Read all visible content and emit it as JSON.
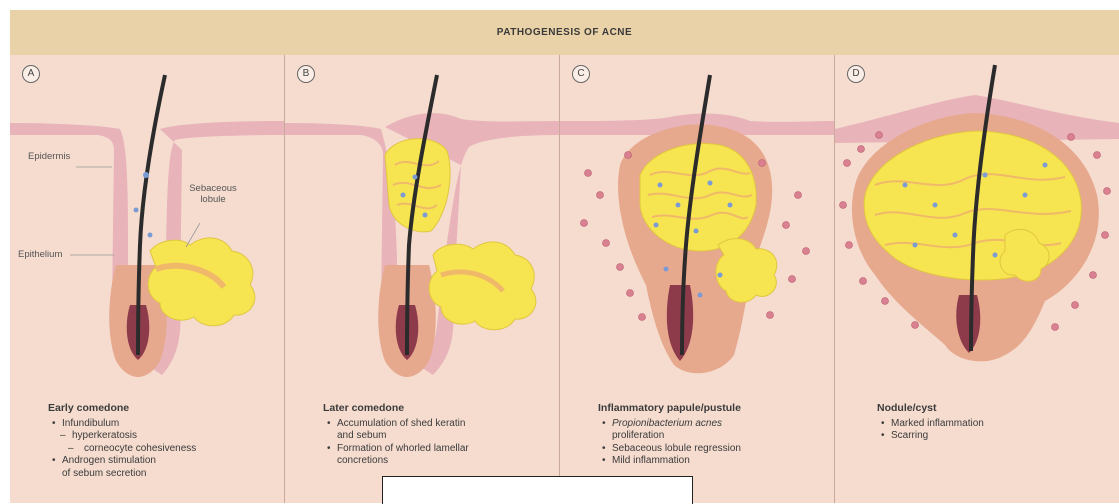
{
  "title": "PATHOGENESIS OF ACNE",
  "panels": [
    {
      "letter": "A",
      "caption_title": "Early comedone",
      "items": [
        {
          "text": "Infundibulum",
          "level": 0
        },
        {
          "text": "hyperkeratosis",
          "level": 1
        },
        {
          "text": "corneocyte cohesiveness",
          "level": 2
        },
        {
          "text": "Androgen stimulation",
          "level": 0
        },
        {
          "text": "of sebum secretion",
          "level": 0,
          "cont": true
        }
      ],
      "labels": {
        "epidermis": "Epidermis",
        "sebaceous": "Sebaceous lobule",
        "epithelium": "Epithelium"
      }
    },
    {
      "letter": "B",
      "caption_title": "Later comedone",
      "items": [
        {
          "text": "Accumulation of shed keratin",
          "level": 0
        },
        {
          "text": "and sebum",
          "level": 0,
          "cont": true
        },
        {
          "text": "Formation of whorled lamellar",
          "level": 0
        },
        {
          "text": "concretions",
          "level": 0,
          "cont": true
        }
      ]
    },
    {
      "letter": "C",
      "caption_title": "Inflammatory papule/pustule",
      "items": [
        {
          "text": "Propionibacterium acnes",
          "level": 0,
          "italic": true
        },
        {
          "text": "proliferation",
          "level": 0,
          "cont": true
        },
        {
          "text": "Sebaceous lobule regression",
          "level": 0
        },
        {
          "text": "Mild inflammation",
          "level": 0
        }
      ]
    },
    {
      "letter": "D",
      "caption_title": "Nodule/cyst",
      "items": [
        {
          "text": "Marked inflammation",
          "level": 0
        },
        {
          "text": "Scarring",
          "level": 0
        }
      ]
    }
  ],
  "colors": {
    "header": "#ead2a8",
    "skin_band": "#e9b3ba",
    "dermis": "#f5dccf",
    "follicle": "#e7a98e",
    "follicle_inner": "#f3c2b5",
    "papilla": "#8d3a4b",
    "hair": "#2b2b2b",
    "sebum": "#f7e451",
    "keratin_whorl": "#f0b96a",
    "bacteria": "#7a9bd4",
    "inflammatory_cell": "#d98091"
  }
}
